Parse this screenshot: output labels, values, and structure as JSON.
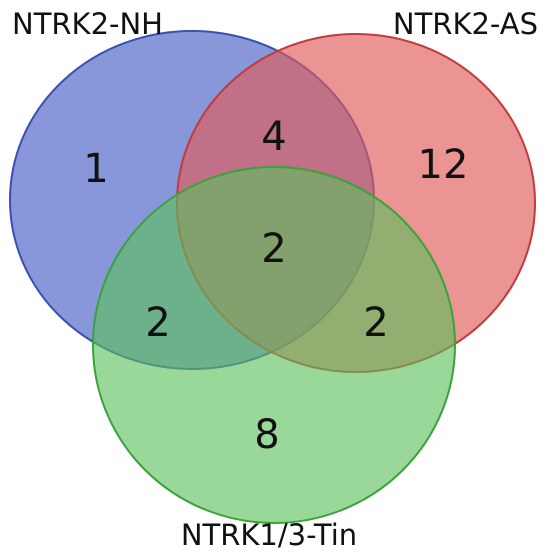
{
  "sets": [
    {
      "id": "nh",
      "label": "NTRK2-NH",
      "fill": "#5a6fcc",
      "stroke": "#3a4fb0"
    },
    {
      "id": "as",
      "label": "NTRK2-AS",
      "fill": "#df5a5a",
      "stroke": "#c23a3a"
    },
    {
      "id": "tin",
      "label": "NTRK1/3-Tin",
      "fill": "#5cc05c",
      "stroke": "#3aa23a"
    }
  ],
  "regions": {
    "nh_only": "1",
    "as_only": "12",
    "tin_only": "8",
    "nh_as": "4",
    "nh_tin": "2",
    "as_tin": "2",
    "all": "2"
  }
}
